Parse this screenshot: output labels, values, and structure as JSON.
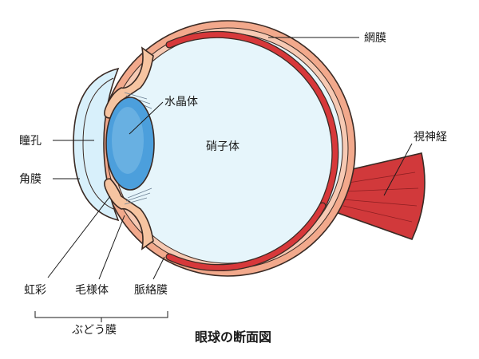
{
  "labels": {
    "retina": "網膜",
    "lens": "水晶体",
    "vitreous": "硝子体",
    "optic_nerve": "視神経",
    "pupil": "瞳孔",
    "cornea": "角膜",
    "iris": "虹彩",
    "ciliary_body": "毛様体",
    "choroid": "脈絡膜",
    "uvea": "ぶどう膜"
  },
  "caption": "眼球の断面図",
  "colors": {
    "sclera": "#f2a98c",
    "choroid": "#f6c9b3",
    "retina": "#d7383a",
    "vitreous": "#e6f5fb",
    "cornea": "#d8f0fb",
    "lens": "#4c9fdc",
    "ciliary": "#f6c4a1",
    "nerve": "#d1393b",
    "outline": "#3a2a24"
  }
}
